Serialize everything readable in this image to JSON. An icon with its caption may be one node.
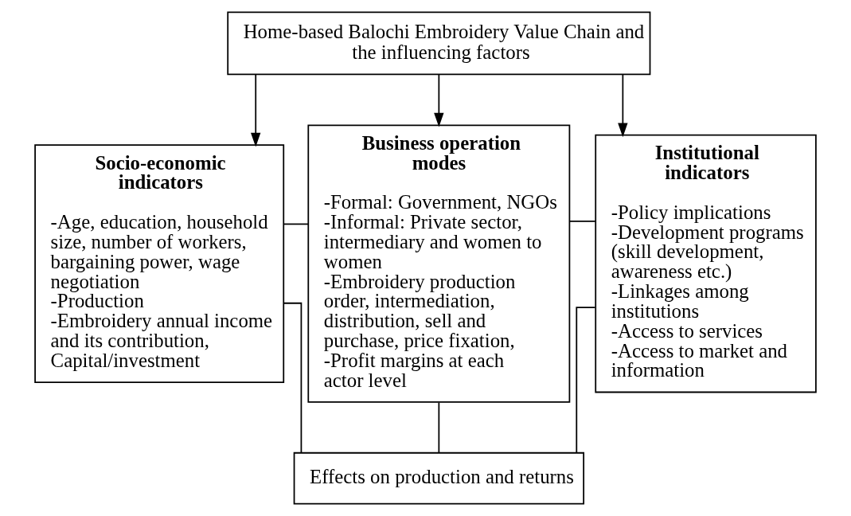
{
  "diagram": {
    "nodes": [
      {
        "text": [
          "Home-based Balochi Embroidery Value Chain and the influencing factors"
        ]
      },
      {
        "text": [
          "Socio-economic indicators",
          "-Age, education, household size, number of workers, bargaining power, wage negotiation",
          "-Production",
          "-Embroidery annual income and its contribution, Capital/investment"
        ]
      },
      {
        "text": [
          "Business operation modes",
          "-Formal: Government, NGOs",
          "-Informal: Private sector, intermediary and women to women",
          "-Embroidery production order, intermediation, distribution, sell and purchase, price fixation,",
          "-Profit margins at each actor level"
        ]
      },
      {
        "text": [
          "Institutional indicators",
          "-Policy implications",
          "-Development programs (skill development, awareness etc.)",
          "-Linkages among institutions",
          "-Access to services",
          "-Access to market and information"
        ]
      },
      {
        "text": [
          "Effects on production and returns"
        ]
      }
    ],
    "edges": [
      {
        "from": 0,
        "to": 1,
        "arrow": "to"
      },
      {
        "from": 0,
        "to": 2,
        "arrow": "to"
      },
      {
        "from": 0,
        "to": 3,
        "arrow": "to"
      },
      {
        "from": 1,
        "to": 2,
        "arrow": "none"
      },
      {
        "from": 2,
        "to": 3,
        "arrow": "none"
      },
      {
        "from": 1,
        "to": 4,
        "arrow": "none"
      },
      {
        "from": 2,
        "to": 4,
        "arrow": "none"
      },
      {
        "from": 3,
        "to": 4,
        "arrow": "none"
      }
    ]
  }
}
